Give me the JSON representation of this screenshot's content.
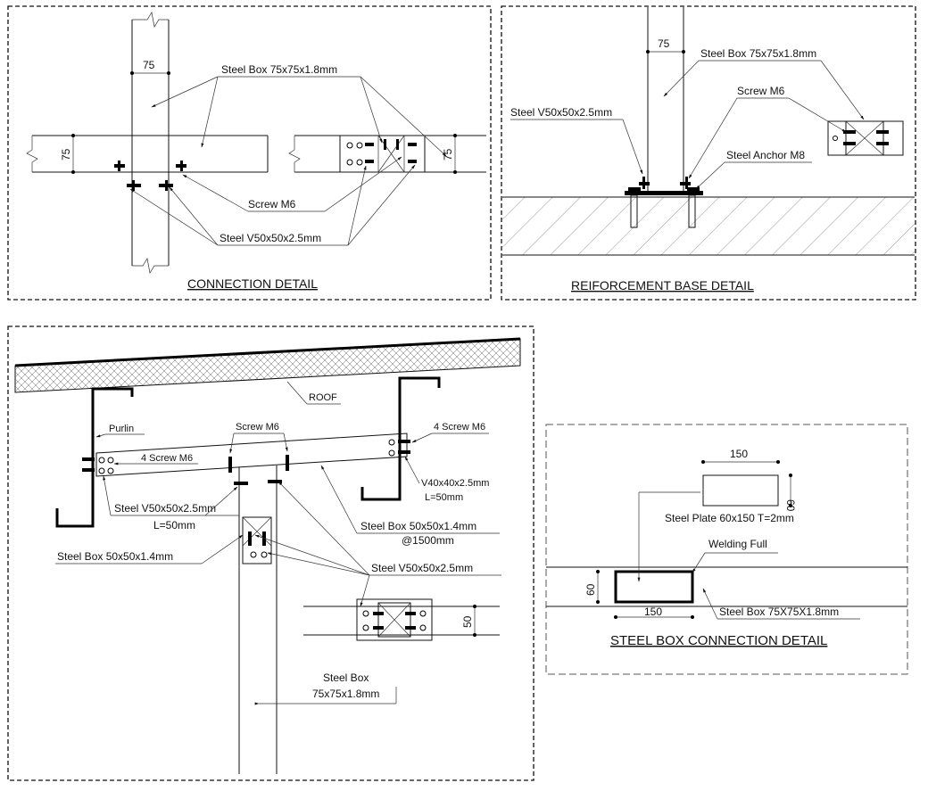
{
  "panels": {
    "connection": {
      "title": "CONNECTION DETAIL",
      "dim_top": "75",
      "dim_left": "75",
      "dim_right": "75",
      "label_box": "Steel Box 75x75x1.8mm",
      "label_screw": "Screw M6",
      "label_angle": "Steel V50x50x2.5mm"
    },
    "base": {
      "title": "REIFORCEMENT BASE DETAIL",
      "dim_top": "75",
      "label_box": "Steel Box 75x75x1.8mm",
      "label_screw": "Screw M6",
      "label_angle": "Steel V50x50x2.5mm",
      "label_anchor": "Steel Anchor M8"
    },
    "roof": {
      "label_roof": "ROOF",
      "label_purlin": "Purlin",
      "label_screw": "Screw M6",
      "label_4screw_left": "4 Screw M6",
      "label_4screw_right": "4 Screw M6",
      "label_v40": "V40x40x2.5mm",
      "label_v40_len": "L=50mm",
      "label_v50": "Steel V50x50x2.5mm",
      "label_v50_len": "L=50mm",
      "label_box50": "Steel Box 50x50x1.4mm",
      "label_box50_spacing": "@1500mm",
      "label_box50_left": "Steel Box 50x50x1.4mm",
      "label_v50_b": "Steel V50x50x2.5mm",
      "label_box75_a": "Steel Box",
      "label_box75_b": "75x75x1.8mm",
      "dim_50": "50"
    },
    "steelbox": {
      "title": "STEEL BOX CONNECTION DETAIL",
      "dim_plate_w": "150",
      "dim_plate_h": "60",
      "label_plate": "Steel Plate 60x150 T=2mm",
      "label_weld": "Welding Full",
      "dim_box_h": "60",
      "dim_box_w": "150",
      "label_box": "Steel Box 75X75X1.8mm"
    }
  }
}
